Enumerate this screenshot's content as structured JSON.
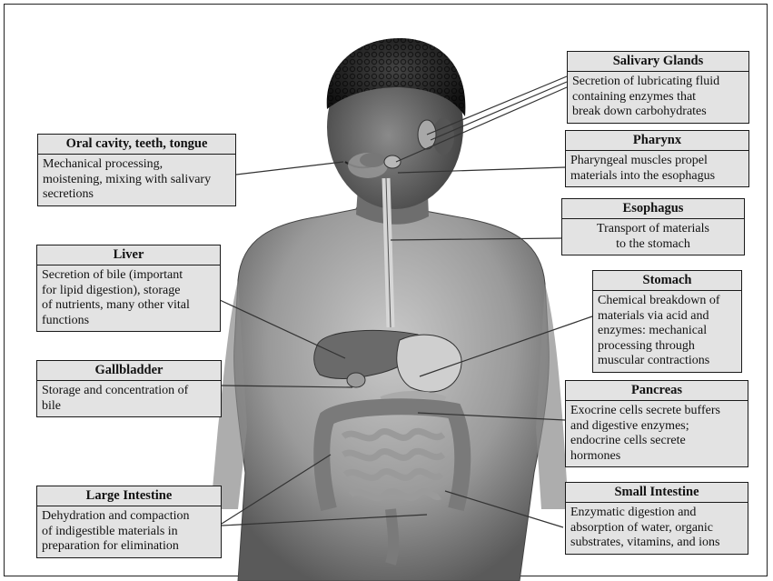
{
  "labels": {
    "salivary": {
      "title": "Salivary Glands",
      "desc": "Secretion of lubricating fluid\ncontaining enzymes that\nbreak down carbohydrates"
    },
    "pharynx": {
      "title": "Pharynx",
      "desc": "Pharyngeal muscles propel\nmaterials into the esophagus"
    },
    "esophagus": {
      "title": "Esophagus",
      "desc": "Transport of materials\nto the stomach"
    },
    "stomach": {
      "title": "Stomach",
      "desc": "Chemical breakdown of\nmaterials via acid and\nenzymes: mechanical\nprocessing through\nmuscular contractions"
    },
    "pancreas": {
      "title": "Pancreas",
      "desc": "Exocrine cells secrete buffers\nand digestive enzymes;\nendocrine cells secrete\nhormones"
    },
    "small_intestine": {
      "title": "Small Intestine",
      "desc": "Enzymatic digestion and\nabsorption of water, organic\nsubstrates, vitamins, and ions"
    },
    "oral": {
      "title": "Oral cavity, teeth, tongue",
      "desc": "Mechanical processing,\nmoistening, mixing with salivary\nsecretions"
    },
    "liver": {
      "title": "Liver",
      "desc": "Secretion of bile (important\nfor lipid digestion), storage\nof nutrients, many other vital\nfunctions"
    },
    "gallbladder": {
      "title": "Gallbladder",
      "desc": "Storage and concentration of\nbile"
    },
    "large_intestine": {
      "title": "Large Intestine",
      "desc": "Dehydration and compaction\nof indigestible materials in\npreparation for elimination"
    }
  },
  "colors": {
    "box_fill": "#e3e3e3",
    "border": "#1a1a1a",
    "skin_dark": "#6b6b6b",
    "skin_light": "#bdbdbd"
  }
}
